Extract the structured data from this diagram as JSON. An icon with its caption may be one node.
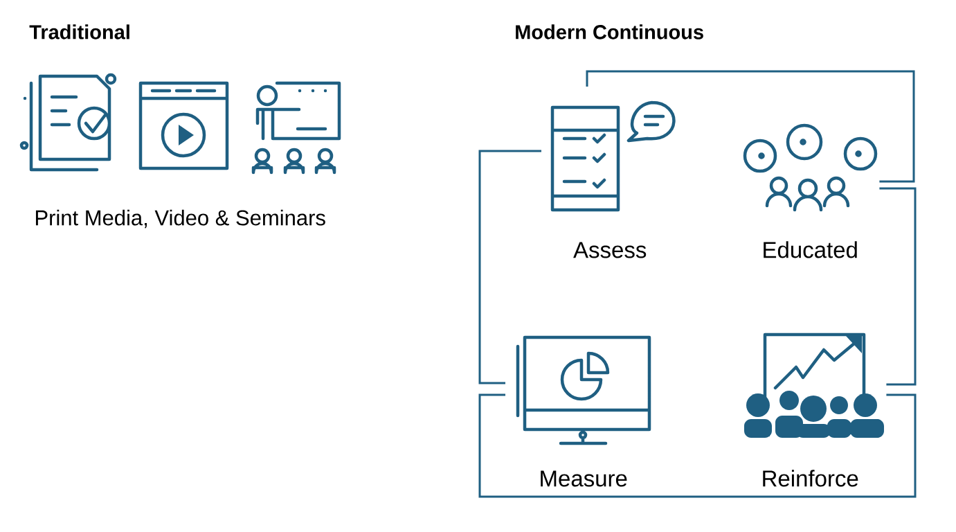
{
  "diagram": {
    "nodes": [
      {
        "text": [
          "Print Media, Video & Seminars"
        ]
      },
      {
        "text": [
          "Assess"
        ]
      },
      {
        "text": [
          "Educated"
        ]
      },
      {
        "text": [
          "Measure"
        ]
      },
      {
        "text": [
          "Reinforce"
        ]
      }
    ],
    "edges": [
      {
        "from": 1,
        "to": 2,
        "arrow": "none"
      },
      {
        "from": 2,
        "to": 4,
        "arrow": "none"
      },
      {
        "from": 4,
        "to": 3,
        "arrow": "none"
      },
      {
        "from": 3,
        "to": 1,
        "arrow": "none"
      }
    ],
    "labels": [
      "Traditional",
      "Modern Continuous"
    ]
  }
}
